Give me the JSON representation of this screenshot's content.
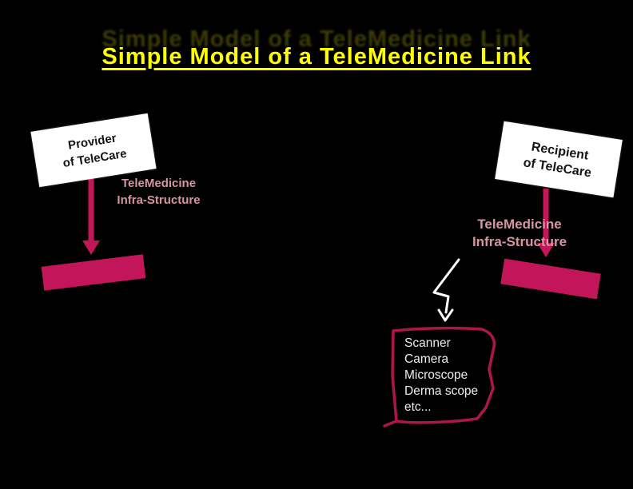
{
  "slide": {
    "title": {
      "text": "Simple Model of a TeleMedicine Link",
      "color": "#ffff00"
    },
    "provider_sign": {
      "line1": "Provider",
      "line2": "of TeleCare"
    },
    "recipient_sign": {
      "line1": "Recipient",
      "line2": "of TeleCare"
    },
    "infra_left": {
      "line1": "TeleMedicine",
      "line2": "Infra-Structure",
      "color": "#d695a1"
    },
    "infra_right": {
      "line1": "TeleMedicine",
      "line2": "Infra-Structure",
      "color": "#d695a1"
    },
    "devices_box": {
      "items": [
        "Scanner",
        "Camera",
        "Microscope",
        "Derma scope",
        "etc..."
      ],
      "border_color": "#ae1649",
      "text_color": "#ededed"
    },
    "colors": {
      "background": "#000000",
      "crimson": "#c3165a",
      "white_arrow": "#ffffff",
      "sign_background": "#ffffff",
      "sign_text": "#151515"
    }
  }
}
